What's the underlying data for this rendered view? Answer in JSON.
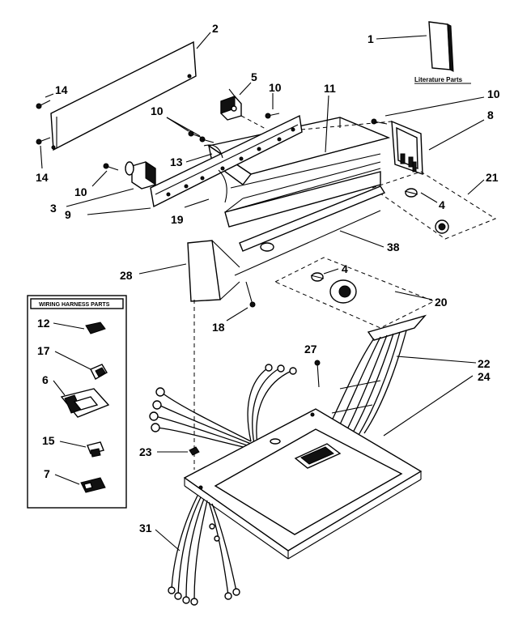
{
  "callouts": {
    "c1": "1",
    "c2": "2",
    "c3": "3",
    "c4a": "4",
    "c4b": "4",
    "c5": "5",
    "c6": "6",
    "c7": "7",
    "c8": "8",
    "c9": "9",
    "c10a": "10",
    "c10b": "10",
    "c10c": "10",
    "c10d": "10",
    "c11": "11",
    "c12": "12",
    "c13": "13",
    "c14a": "14",
    "c14b": "14",
    "c15": "15",
    "c17": "17",
    "c18": "18",
    "c19": "19",
    "c20": "20",
    "c21": "21",
    "c22": "22",
    "c23": "23",
    "c24": "24",
    "c27": "27",
    "c28": "28",
    "c31": "31",
    "c38": "38"
  },
  "literature_label": "Literature Parts",
  "wiring_box_title": "WIRING HARNESS PARTS"
}
